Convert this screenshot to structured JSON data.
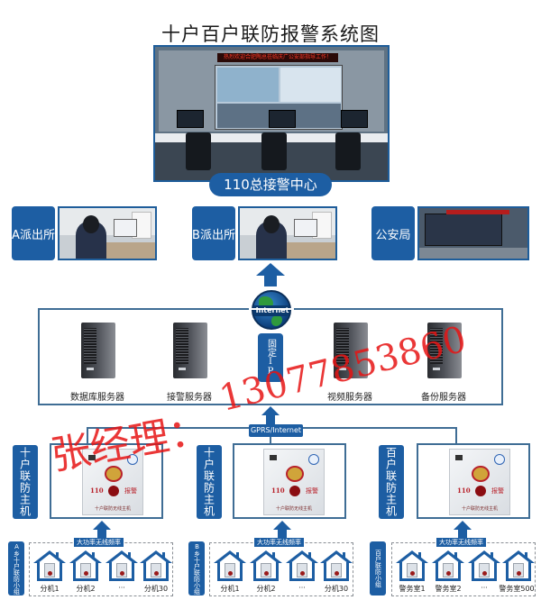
{
  "title": "十户百户联防报警系统图",
  "command_center": {
    "label": "110总接警中心",
    "led_banner": "热烈欢迎合肥陶总莅临庆广公安部指导工作！"
  },
  "stations": [
    {
      "label": "A派出所"
    },
    {
      "label": "B派出所"
    },
    {
      "label": "公安局"
    }
  ],
  "network": {
    "globe_label": "Internet",
    "fixed_ip_label": "固定IP",
    "gprs_label": "GPRS/Internet"
  },
  "servers": [
    {
      "label": "数据库服务器"
    },
    {
      "label": "接警服务器"
    },
    {
      "label": "视频服务器"
    },
    {
      "label": "备份服务器"
    }
  ],
  "hosts": [
    {
      "label": "十户联防主机",
      "device": {
        "number": "110",
        "alarm": "报警",
        "name": "十户联防无线主机"
      }
    },
    {
      "label": "十户联防主机",
      "device": {
        "number": "110",
        "alarm": "报警",
        "name": "十户联防无线主机"
      }
    },
    {
      "label": "百户联防主机",
      "device": {
        "number": "110",
        "alarm": "报警",
        "name": "十户联防无线主机"
      }
    }
  ],
  "groups": [
    {
      "label": "A乡十户联防小组",
      "band": "大功率无线频率",
      "extensions": [
        "分机1",
        "分机2",
        "···",
        "分机30"
      ]
    },
    {
      "label": "B乡十户联防小组",
      "band": "大功率无线频率",
      "extensions": [
        "分机1",
        "分机2",
        "···",
        "分机30"
      ]
    },
    {
      "label": "百户联防小组",
      "band": "大功率无线频率",
      "extensions": [
        "警务室1",
        "警务室2",
        "···",
        "警务室500"
      ]
    }
  ],
  "watermark": {
    "name": "张经理：",
    "phone": "13077853860"
  },
  "colors": {
    "primary_blue": "#1d5ea3",
    "frame_blue": "#3f6d95",
    "watermark_red": "#e61414"
  }
}
